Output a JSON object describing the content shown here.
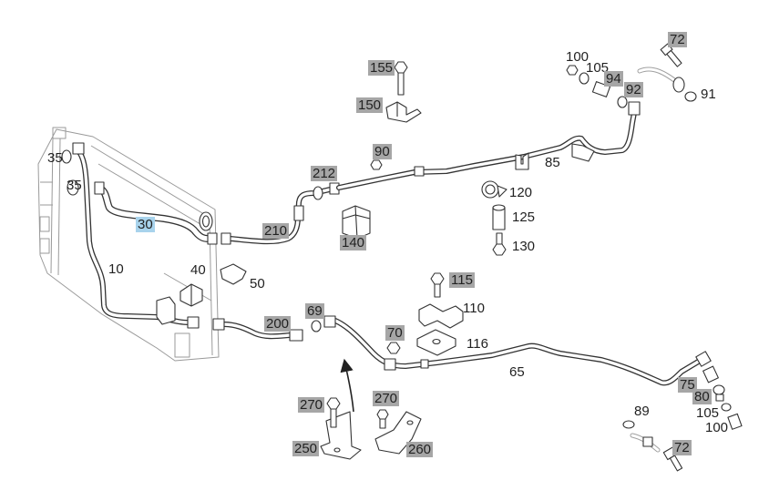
{
  "diagram": {
    "callouts": [
      {
        "text": "72",
        "style": "boxed"
      },
      {
        "text": "100",
        "style": "plain"
      },
      {
        "text": "105",
        "style": "plain"
      },
      {
        "text": "94",
        "style": "boxed"
      },
      {
        "text": "92",
        "style": "boxed"
      },
      {
        "text": "91",
        "style": "plain"
      },
      {
        "text": "155",
        "style": "boxed"
      },
      {
        "text": "150",
        "style": "boxed"
      },
      {
        "text": "90",
        "style": "boxed"
      },
      {
        "text": "85",
        "style": "plain"
      },
      {
        "text": "35",
        "style": "plain"
      },
      {
        "text": "35",
        "style": "plain"
      },
      {
        "text": "212",
        "style": "boxed"
      },
      {
        "text": "120",
        "style": "plain"
      },
      {
        "text": "125",
        "style": "plain"
      },
      {
        "text": "130",
        "style": "plain"
      },
      {
        "text": "30",
        "style": "highlighted"
      },
      {
        "text": "210",
        "style": "boxed"
      },
      {
        "text": "140",
        "style": "boxed"
      },
      {
        "text": "10",
        "style": "plain"
      },
      {
        "text": "40",
        "style": "plain"
      },
      {
        "text": "50",
        "style": "plain"
      },
      {
        "text": "115",
        "style": "boxed"
      },
      {
        "text": "110",
        "style": "plain"
      },
      {
        "text": "69",
        "style": "boxed"
      },
      {
        "text": "200",
        "style": "boxed"
      },
      {
        "text": "70",
        "style": "boxed"
      },
      {
        "text": "116",
        "style": "plain"
      },
      {
        "text": "65",
        "style": "plain"
      },
      {
        "text": "75",
        "style": "boxed"
      },
      {
        "text": "80",
        "style": "boxed"
      },
      {
        "text": "270",
        "style": "boxed"
      },
      {
        "text": "270",
        "style": "boxed"
      },
      {
        "text": "89",
        "style": "plain"
      },
      {
        "text": "105",
        "style": "plain"
      },
      {
        "text": "100",
        "style": "plain"
      },
      {
        "text": "72",
        "style": "boxed"
      },
      {
        "text": "250",
        "style": "boxed"
      },
      {
        "text": "260",
        "style": "boxed"
      }
    ]
  },
  "colors": {
    "background": "#ffffff",
    "line": "#333333",
    "radiator_line": "#9a9a9a",
    "callout_box": "#a6a6a6",
    "callout_highlight": "#a8d3ec"
  }
}
